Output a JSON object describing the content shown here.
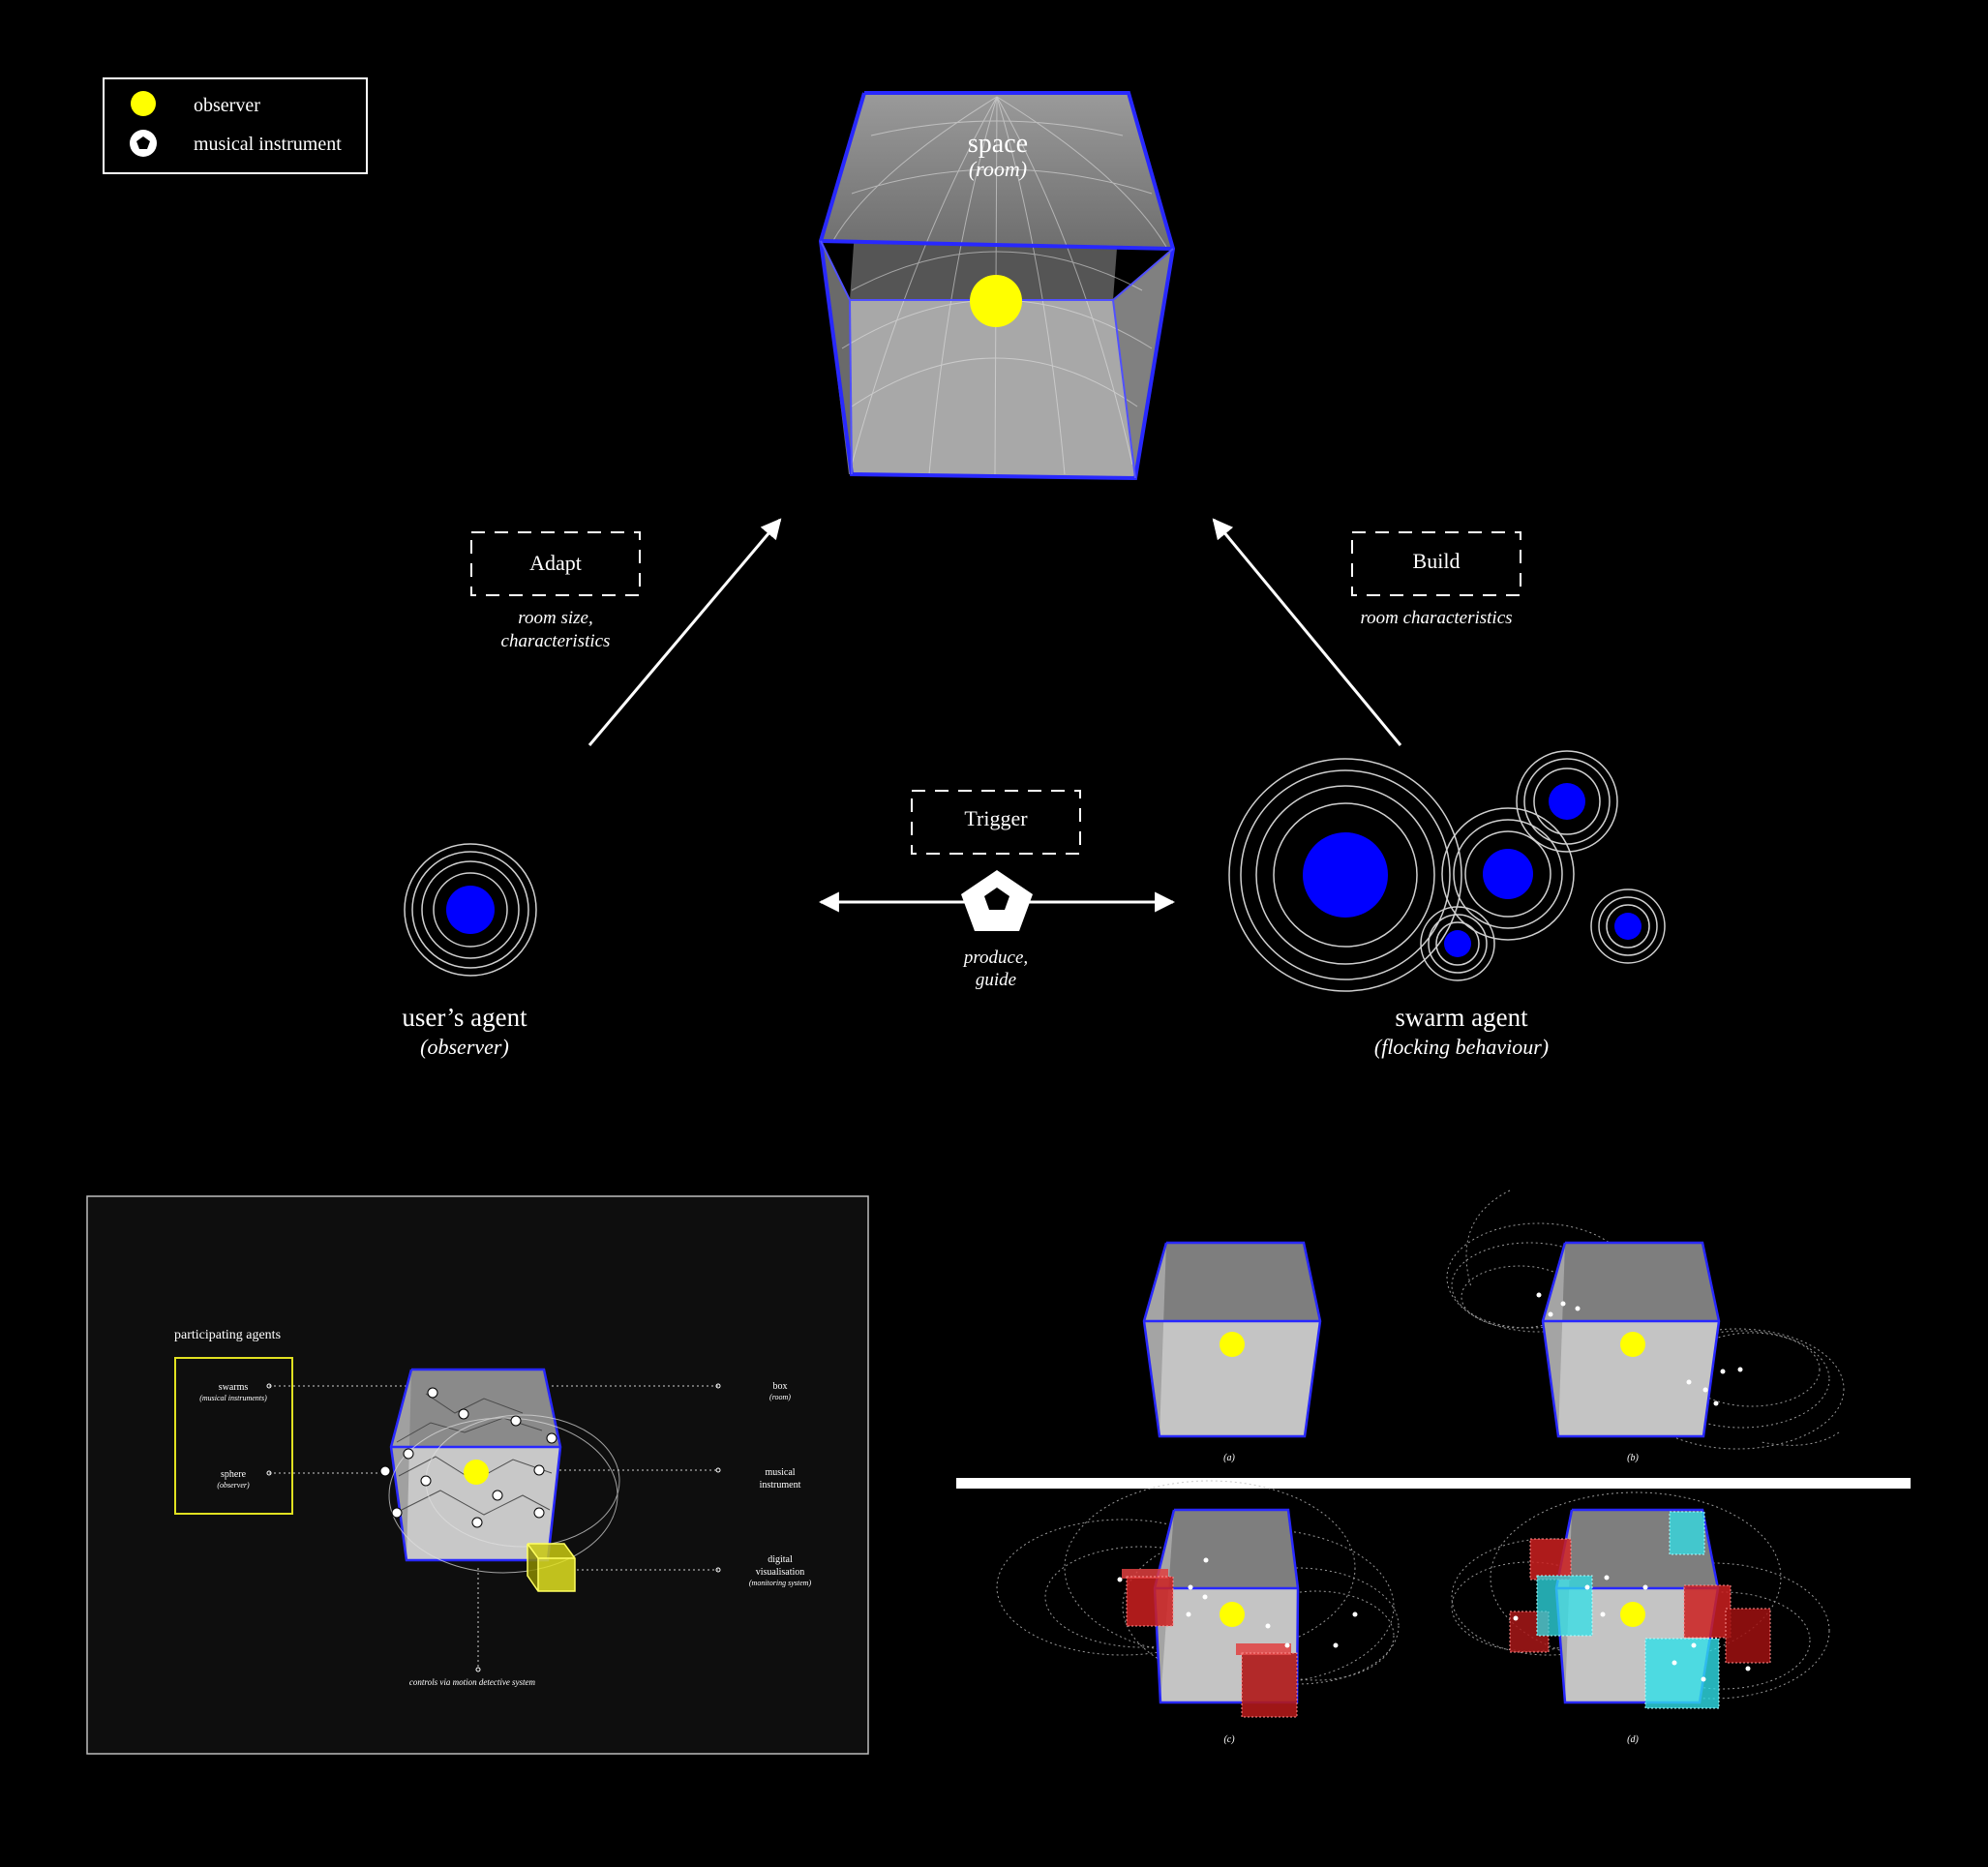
{
  "legend": {
    "observer_label": "observer",
    "instrument_label": "musical instrument"
  },
  "space": {
    "title": "space",
    "subtitle": "(room)"
  },
  "adapt": {
    "label": "Adapt",
    "caption_line1": "room size,",
    "caption_line2": "characteristics"
  },
  "build": {
    "label": "Build",
    "caption": "room characteristics"
  },
  "trigger": {
    "label": "Trigger",
    "caption_line1": "produce,",
    "caption_line2": "guide"
  },
  "users_agent": {
    "title": "user’s agent",
    "subtitle": "(observer)"
  },
  "swarm_agent": {
    "title": "swarm agent",
    "subtitle": "(flocking behaviour)"
  },
  "panel": {
    "heading": "participating agents",
    "swarms_label": "swarms",
    "swarms_sub": "(musical instruments)",
    "sphere_label": "sphere",
    "sphere_sub": "(observer)",
    "box_label": "box",
    "box_sub": "(room)",
    "musical_label_line1": "musical",
    "musical_label_line2": "instrument",
    "digital_line1": "digital",
    "digital_line2": "visualisation",
    "digital_sub": "(monitoring system)",
    "controls_label": "controls via motion detective system"
  },
  "stages": {
    "a": "(a)",
    "b": "(b)",
    "c": "(c)",
    "d": "(d)"
  },
  "colors": {
    "observer": "#ffff00",
    "agent": "#0000ff",
    "cube_edge": "#2828ff",
    "red_box": "#cc2020",
    "cyan_box": "#30e0e8"
  }
}
